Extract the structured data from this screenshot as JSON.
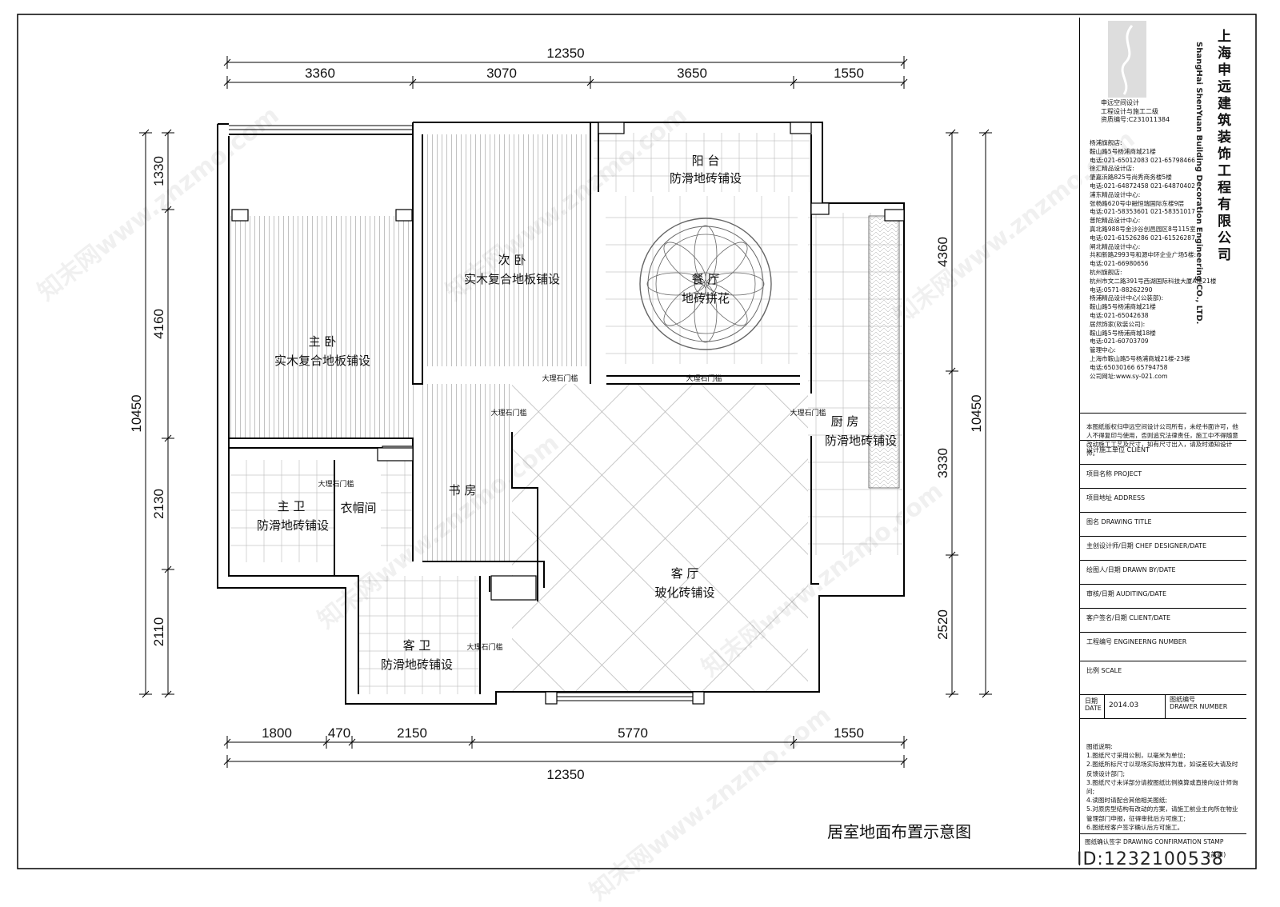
{
  "drawing_title": "居室地面布置示意图",
  "dims_top": {
    "total": "12350",
    "segments": [
      "3360",
      "3070",
      "3650",
      "1550"
    ]
  },
  "dims_bottom": {
    "total": "12350",
    "segments": [
      "1800",
      "470",
      "2150",
      "5770",
      "1550"
    ]
  },
  "dims_left": {
    "total": "10450",
    "segments": [
      "1330",
      "4160",
      "2130",
      "2110"
    ]
  },
  "dims_right": {
    "total": "10450",
    "segments": [
      "4360",
      "3330",
      "2520"
    ]
  },
  "rooms": {
    "master_bed": {
      "name": "主 卧",
      "floor": "实木复合地板铺设"
    },
    "second_bed": {
      "name": "次 卧",
      "floor": "实木复合地板铺设"
    },
    "balcony": {
      "name": "阳 台",
      "floor": "防滑地砖铺设"
    },
    "dining": {
      "name": "餐 厅",
      "floor": "地砖拼花"
    },
    "kitchen": {
      "name": "厨 房",
      "floor": "防滑地砖铺设"
    },
    "study": {
      "name": "书 房"
    },
    "master_bath": {
      "name": "主 卫",
      "floor": "防滑地砖铺设"
    },
    "closet": {
      "name": "衣帽间"
    },
    "living": {
      "name": "客 厅",
      "floor": "玻化砖铺设"
    },
    "guest_bath": {
      "name": "客 卫",
      "floor": "防滑地砖铺设"
    }
  },
  "marble_sill": "大理石门槛",
  "title_block": {
    "company": "上海申远建筑装饰工程有限公司",
    "company_en": "ShangHai ShenYuan Building Decoration Engineering CO., LTD.",
    "logo_caption": [
      "申远空间设计",
      "工程设计与施工二级",
      "资质编号:C231011384"
    ],
    "offices": [
      "杨浦旗舰店:",
      "鞍山路5号杨浦商城21楼",
      "电话:021-65012083 021-65798466",
      "徐汇精品设计店:",
      "肇嘉浜路825号尚秀商务楼5楼",
      "电话:021-64872458 021-64870402",
      "浦东精品设计中心:",
      "张杨路620号中融恒瑞国际东楼9层",
      "电话:021-58353601 021-58351017",
      "普陀精品设计中心:",
      "真北路988号金沙谷创邑园区8号115室",
      "电话:021-61526286 021-61526287",
      "闸北精品设计中心:",
      "共和新路2993号和源中环企业广场5楼:",
      "电话:021-66980656",
      "杭州旗舰店:",
      "杭州市文二路391号西湖国际科技大厦A座21楼",
      "电话:0571-88262290",
      "杨浦精品设计中心(公装部):",
      "鞍山路5号杨浦商城21楼",
      "电话:021-65042638",
      "居然饰家(软装公司):",
      "鞍山路5号杨浦商城18楼",
      "电话:021-60703709",
      "管理中心:",
      "上海市鞍山路5号杨浦商城21楼-23楼",
      "电话:65030166 65794758",
      "公司网址:www.sy-021.com"
    ],
    "copyright": "本图纸版权归申远空间设计公司所有，未经书面许可，他人不得复印与使用，否则追究法律责任，施工中不得随意改动施工工艺及尺寸，如有尺寸出入，请及时通知设计师。",
    "rows": [
      "设计施工单位 CLIENT",
      "项目名称 PROJECT",
      "项目地址 ADDRESS",
      "图名 DRAWING TITLE",
      "主创设计师/日期 CHEF DESIGNER/DATE",
      "绘图人/日期 DRAWN BY/DATE",
      "审核/日期 AUDITING/DATE",
      "客户签名/日期 CLIENT/DATE",
      "工程编号 ENGINEERNG NUMBER",
      "比例 SCALE"
    ],
    "date_label": "日期",
    "date_label_en": "DATE",
    "date_value": "2014.03",
    "drawing_no_label": "图纸编号",
    "drawing_no_label_en": "DRAWER NUMBER",
    "notes_title": "图纸说明:",
    "notes": [
      "1.图纸尺寸采用公制，以毫米为单位;",
      "2.图纸所标尺寸以现场实际放样为准，如误差较大请及时反馈设计部门;",
      "3.图纸尺寸未详部分请按图纸比例换算或直接向设计师询问;",
      "4.读图时请配合其他相关图纸;",
      "5.对原房型结构有改动的方案，请施工前业主向所在物业管理部门申报，征得审批后方可施工;",
      "6.图纸经客户签字确认后方可施工。"
    ],
    "confirm_label": "图纸确认签字 DRAWING CONFIRMATION STAMP",
    "stamp_note": "(盖章)"
  },
  "image_id": "ID:1232100538",
  "watermark_text": "知末网www.znzmo.com"
}
